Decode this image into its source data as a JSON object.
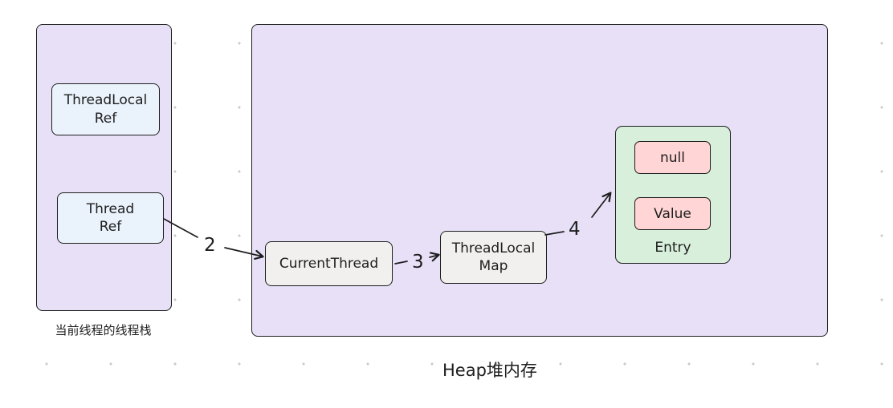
{
  "canvas": {
    "background": "#ffffff",
    "dot_color": "#c9c9c9",
    "stroke_color": "#1e1e1e"
  },
  "stack": {
    "caption": "当前线程的线程栈",
    "fill": "#e7e0f7",
    "threadlocal_ref": {
      "line1": "ThreadLocal",
      "line2": "Ref",
      "fill": "#eaf2fb"
    },
    "thread_ref": {
      "line1": "Thread",
      "line2": "Ref",
      "fill": "#eaf2fb"
    }
  },
  "heap": {
    "caption": "Heap堆内存",
    "fill": "#e7e0f7",
    "current_thread": {
      "label": "CurrentThread",
      "fill": "#f1f0ee"
    },
    "threadlocal_map": {
      "line1": "ThreadLocal",
      "line2": "Map",
      "fill": "#f1f0ee"
    },
    "entry": {
      "label": "Entry",
      "fill": "#d7efdb",
      "null_slot": {
        "label": "null",
        "fill": "#ffd5d5"
      },
      "value_slot": {
        "label": "Value",
        "fill": "#ffd5d5"
      }
    }
  },
  "arrows": {
    "step2": {
      "label": "2",
      "from": "thread-ref",
      "to": "current-thread",
      "style": "solid"
    },
    "step3": {
      "label": "3",
      "from": "current-thread",
      "to": "threadlocal-map",
      "style": "dashed"
    },
    "step4": {
      "label": "4",
      "from": "threadlocal-map",
      "to": "entry",
      "style": "solid"
    }
  }
}
